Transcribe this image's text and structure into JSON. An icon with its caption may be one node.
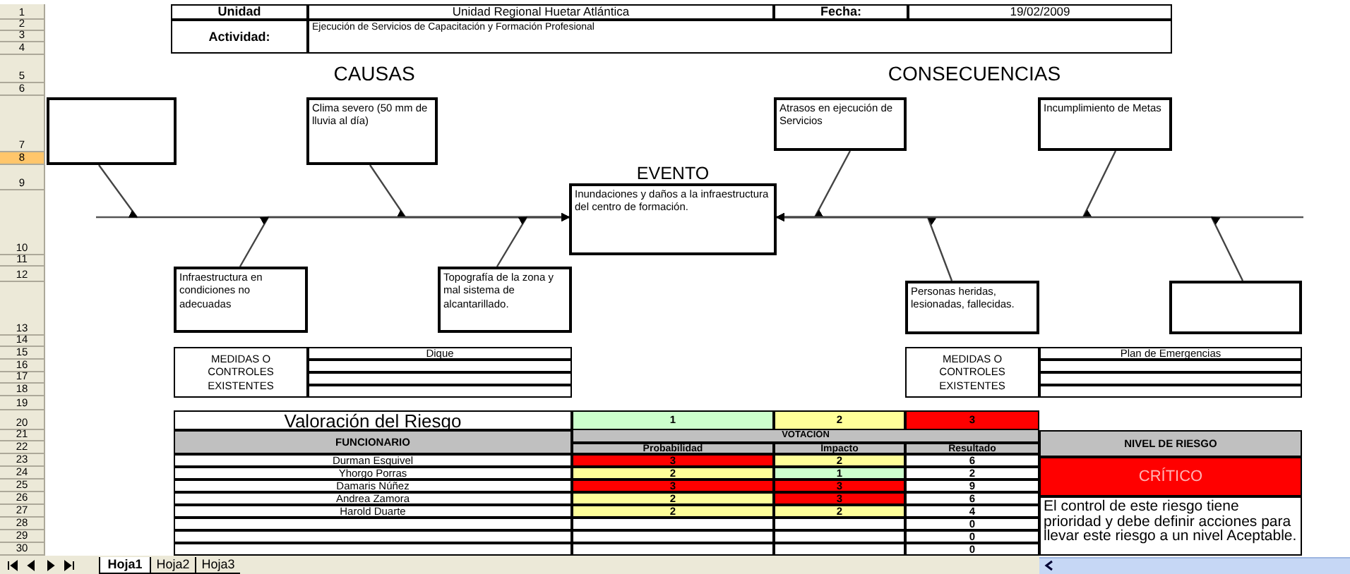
{
  "diagram": {
    "nodes": [
      {
        "text": [],
        "shape": "box"
      },
      {
        "text": [
          "Clima severo (50 mm de lluvia al día)"
        ]
      },
      {
        "text": [
          "Atrasos en ejecución de Servicios"
        ]
      },
      {
        "text": [
          "Incumplimiento de Metas"
        ]
      },
      {
        "text": [
          "EVENTO",
          "Inundaciones y daños a la infraestructura del centro de formación."
        ]
      },
      {
        "text": [
          "Infraestructura en condiciones no adecuadas"
        ]
      },
      {
        "text": [
          "Topografía de la zona y mal sistema de alcantarillado."
        ]
      },
      {
        "text": [
          "Personas heridas, lesionadas, fallecidas."
        ]
      },
      {
        "text": [],
        "shape": "box"
      }
    ],
    "edges": [
      {
        "from": 0,
        "to": 4,
        "arrow": "to"
      },
      {
        "from": 1,
        "to": 4,
        "arrow": "to"
      },
      {
        "from": 5,
        "to": 4,
        "arrow": "to"
      },
      {
        "from": 6,
        "to": 4,
        "arrow": "to"
      },
      {
        "from": 2,
        "to": 4,
        "arrow": "to"
      },
      {
        "from": 3,
        "to": 4,
        "arrow": "to"
      },
      {
        "from": 7,
        "to": 4,
        "arrow": "to"
      },
      {
        "from": 8,
        "to": 4,
        "arrow": "to"
      }
    ],
    "labels": [
      "Unidad",
      "Unidad Regional Huetar Atlántica",
      "Fecha:",
      "19/02/2009",
      "Actividad:",
      "Ejecución de Servicios de Capacitación y Formación Profesional",
      "CAUSAS",
      "CONSECUENCIAS",
      "MEDIDAS O CONTROLES EXISTENTES",
      "Dique",
      "MEDIDAS O CONTROLES EXISTENTES",
      "Plan de Emergencias",
      "Valoración del Riesgo",
      "1",
      "2",
      "3",
      "FUNCIONARIO",
      "VOTACIÓN",
      "NIVEL DE RIESGO",
      "Probabilidad",
      "Impacto",
      "Resultado",
      "Durman Esquivel",
      "3",
      "2",
      "6",
      "CRÍTICO",
      "Yhorgo Porras",
      "2",
      "1",
      "2",
      "Damaris Núñez",
      "3",
      "3",
      "9",
      "Andrea Zamora",
      "2",
      "3",
      "6",
      "El control de este riesgo tiene prioridad y debe definir acciones para llevar este riesgo a un nivel Aceptable.",
      "Harold Duarte",
      "2",
      "2",
      "4",
      "0",
      "0",
      "0",
      "1",
      "2",
      "3",
      "4",
      "5",
      "6",
      "7",
      "8",
      "9",
      "10",
      "11",
      "12",
      "13",
      "14",
      "15",
      "16",
      "17",
      "18",
      "19",
      "20",
      "21",
      "22",
      "23",
      "24",
      "25",
      "26",
      "27",
      "28",
      "29",
      "30",
      "Hoja1",
      "Hoja2",
      "Hoja3"
    ]
  }
}
